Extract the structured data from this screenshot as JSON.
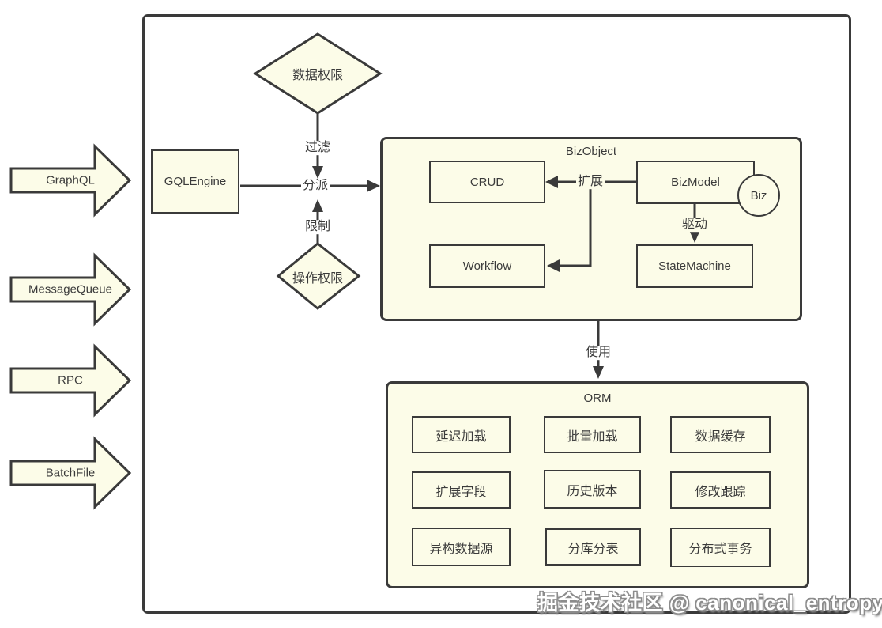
{
  "inputs": [
    {
      "label": "GraphQL"
    },
    {
      "label": "MessageQueue"
    },
    {
      "label": "RPC"
    },
    {
      "label": "BatchFile"
    }
  ],
  "engine": {
    "label": "GQLEngine"
  },
  "decisions": {
    "data_permission": "数据权限",
    "operation_permission": "操作权限"
  },
  "edges": {
    "filter": "过滤",
    "dispatch": "分派",
    "limit": "限制",
    "extend": "扩展",
    "drive": "驱动",
    "use": "使用"
  },
  "biz_object": {
    "title": "BizObject",
    "crud": "CRUD",
    "workflow": "Workflow",
    "biz_model": "BizModel",
    "state_machine": "StateMachine",
    "biz_circle": "Biz"
  },
  "orm": {
    "title": "ORM",
    "features": [
      "延迟加载",
      "批量加载",
      "数据缓存",
      "扩展字段",
      "历史版本",
      "修改跟踪",
      "异构数据源",
      "分库分表",
      "分布式事务"
    ]
  },
  "watermark": "掘金技术社区 @ canonical_entropy",
  "colors": {
    "shape_fill": "#fcfce8",
    "line": "#3a3a3a",
    "frame_background": "#ffffff",
    "watermark_fill": "#ffffff",
    "watermark_outline": "#8c8c8c"
  }
}
